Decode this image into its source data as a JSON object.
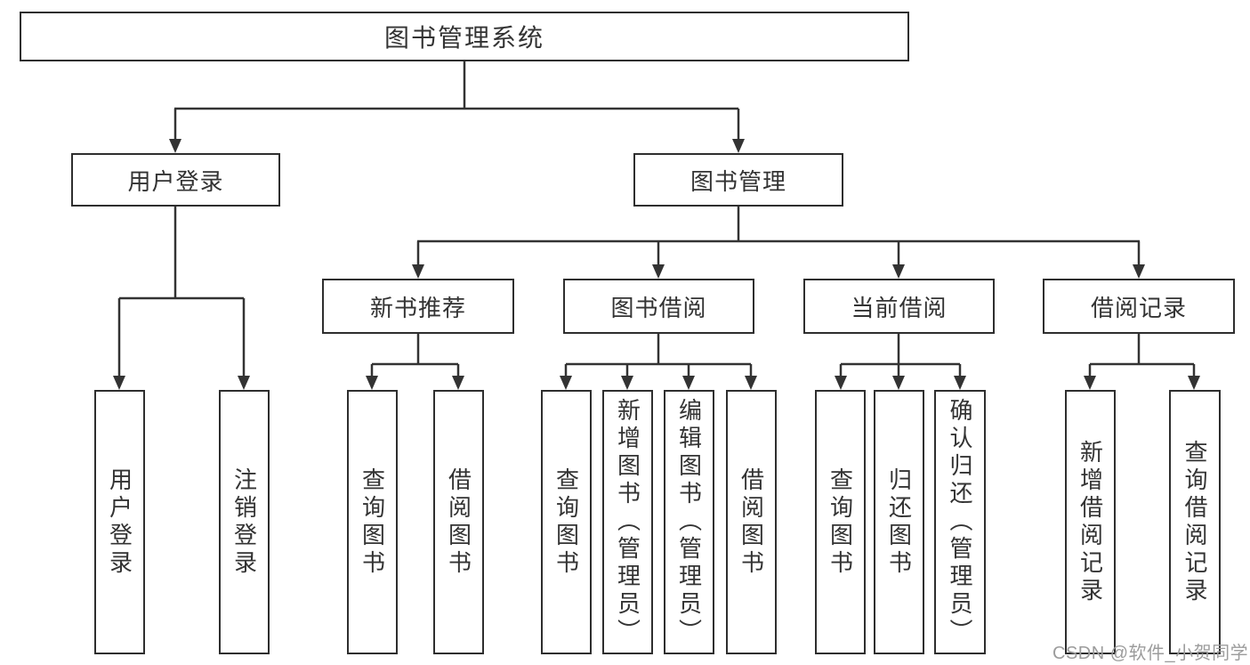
{
  "diagram": {
    "tree": {
      "label": "图书管理系统",
      "children": [
        {
          "label": "用户登录",
          "children": [
            {
              "label": "用户登录"
            },
            {
              "label": "注销登录"
            }
          ]
        },
        {
          "label": "图书管理",
          "children": [
            {
              "label": "新书推荐",
              "children": [
                {
                  "label": "查询图书"
                },
                {
                  "label": "借阅图书"
                }
              ]
            },
            {
              "label": "图书借阅",
              "children": [
                {
                  "label": "查询图书"
                },
                {
                  "label": "新增图书（管理员）"
                },
                {
                  "label": "编辑图书（管理员）"
                },
                {
                  "label": "借阅图书"
                }
              ]
            },
            {
              "label": "当前借阅",
              "children": [
                {
                  "label": "查询图书"
                },
                {
                  "label": "归还图书"
                },
                {
                  "label": "确认归还（管理员）"
                }
              ]
            },
            {
              "label": "借阅记录",
              "children": [
                {
                  "label": "新增借阅记录"
                },
                {
                  "label": "查询借阅记录"
                }
              ]
            }
          ]
        }
      ]
    },
    "colors": {
      "line": "#333333",
      "box_border": "#2e2e2e",
      "box_fill": "#ffffff",
      "text": "#333333",
      "watermark": "#9c9c9c",
      "background": "#ffffff"
    }
  },
  "watermark": {
    "text": "CSDN @软件_小贺同学"
  }
}
